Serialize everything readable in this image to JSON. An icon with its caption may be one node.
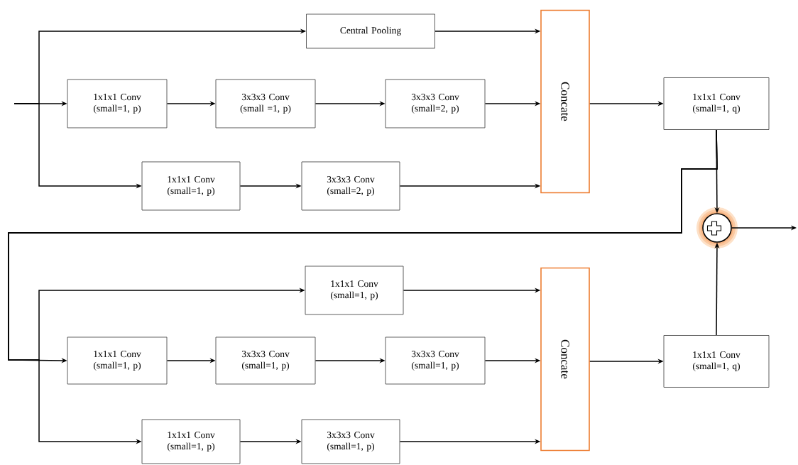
{
  "diagram": {
    "nodes": [
      {
        "text": [
          "Central Pooling"
        ]
      },
      {
        "text": [
          "Concate"
        ]
      },
      {
        "text": [
          "1x1x1 Conv (small=1, p)"
        ]
      },
      {
        "text": [
          "3x3x3 Conv (small =1, p)"
        ]
      },
      {
        "text": [
          "3x3x3 Conv (small=2, p)"
        ]
      },
      {
        "text": [
          "1x1x1 Conv (small=1, q)"
        ]
      },
      {
        "text": [
          "1x1x1 Conv (small=1, p)"
        ]
      },
      {
        "text": [
          "3x3x3 Conv (small=2, p)"
        ]
      },
      {
        "text": [],
        "shape": "circle"
      },
      {
        "text": [
          "1x1x1 Conv (small=1, p)"
        ]
      },
      {
        "text": [
          "Concate"
        ]
      },
      {
        "text": [
          "1x1x1 Conv (small=1, p)"
        ]
      },
      {
        "text": [
          "3x3x3 Conv (small=1, p)"
        ]
      },
      {
        "text": [
          "3x3x3 Conv (small=1, p)"
        ]
      },
      {
        "text": [
          "1x1x1 Conv (small=1, q)"
        ]
      },
      {
        "text": [
          "1x1x1 Conv (small=1, p)"
        ]
      },
      {
        "text": [
          "3x3x3 Conv (small=1, p)"
        ]
      }
    ],
    "edges": [
      {
        "from": null,
        "to": 0,
        "arrow": "to"
      },
      {
        "from": null,
        "to": 2,
        "arrow": "to"
      },
      {
        "from": null,
        "to": 6,
        "arrow": "to"
      },
      {
        "from": 0,
        "to": 1,
        "arrow": "to"
      },
      {
        "from": 2,
        "to": 3,
        "arrow": "to"
      },
      {
        "from": 3,
        "to": 4,
        "arrow": "to"
      },
      {
        "from": 4,
        "to": 1,
        "arrow": "to"
      },
      {
        "from": 6,
        "to": 7,
        "arrow": "to"
      },
      {
        "from": 7,
        "to": 1,
        "arrow": "to"
      },
      {
        "from": 1,
        "to": 5,
        "arrow": "to"
      },
      {
        "from": 5,
        "to": 8,
        "arrow": "to"
      },
      {
        "from": 5,
        "to": 9,
        "arrow": "to"
      },
      {
        "from": 5,
        "to": 11,
        "arrow": "to"
      },
      {
        "from": 5,
        "to": 15,
        "arrow": "to"
      },
      {
        "from": 9,
        "to": 10,
        "arrow": "to"
      },
      {
        "from": 11,
        "to": 12,
        "arrow": "to"
      },
      {
        "from": 12,
        "to": 13,
        "arrow": "to"
      },
      {
        "from": 13,
        "to": 10,
        "arrow": "to"
      },
      {
        "from": 15,
        "to": 16,
        "arrow": "to"
      },
      {
        "from": 16,
        "to": 10,
        "arrow": "to"
      },
      {
        "from": 10,
        "to": 14,
        "arrow": "to"
      },
      {
        "from": 14,
        "to": 8,
        "arrow": "to"
      },
      {
        "from": 8,
        "to": null,
        "arrow": "to"
      }
    ]
  }
}
